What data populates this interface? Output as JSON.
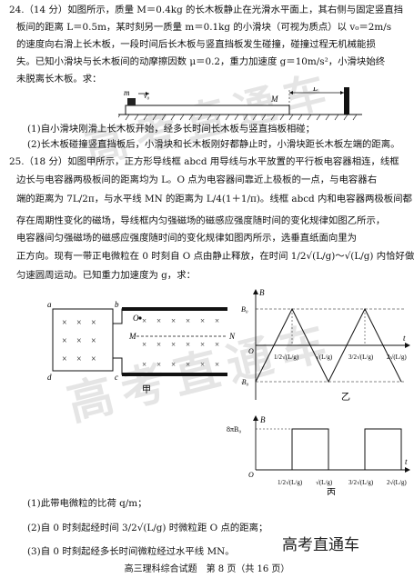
{
  "q24": {
    "lines": [
      "24.（14 分）如图所示，质量 M＝0.4kg 的长木板静止在光滑水平面上，其右侧与固定竖直挡",
      "板间的距离 L＝0.5m，某时刻另一质量 m＝0.1kg 的小滑块（可视为质点）以 v₀＝2m/s",
      "的速度向右滑上长木板，一段时间后长木板与竖直挡板发生碰撞，碰撞过程无机械能损",
      "失。已知小滑块与长木板间的动摩擦因数 μ＝0.2，重力加速度 g＝10m/s²，小滑块始终",
      "未脱离长木板。求："
    ],
    "figure": {
      "m": "m",
      "v0": "v₀",
      "M": "M",
      "L": "L"
    },
    "sub1": "(1)自小滑块刚滑上长木板开始，经多长时间长木板与竖直挡板相碰；",
    "sub2": "(2)长木板碰撞竖直挡板后，小滑块和长木板刚好都静止时，小滑块距长木板左端的距离。"
  },
  "q25": {
    "lines": [
      "25.（18 分）如图甲所示，正方形导线框 abcd 用导线与水平放置的平行板电容器相连，线框",
      "边长与电容器两极板间的距离均为 L。O 点为电容器间靠近上极板的一点，与电容器右",
      "端的距离为 7L/2π，与水平线 MN 的距离为 L/4(1＋1/π)。线框 abcd 内和电容器两极板间都",
      "存在周期性变化的磁场，导线框内匀强磁场的磁感应强度随时间的变化规律如图乙所示，",
      "电容器间匀强磁场的磁感应强度随时间的变化规律如图丙所示，选垂直纸面向里为",
      "正方向。现有一带正电微粒在 0 时刻自 O 点由静止释放，在时间 1/2√(L/g)～√(L/g) 内恰好做",
      "匀速圆周运动。已知重力加速度为 g，求："
    ],
    "fig_jia": {
      "a": "a",
      "b": "b",
      "c": "c",
      "d": "d",
      "O": "O",
      "M": "M",
      "N": "N",
      "caption": "甲"
    },
    "fig_yi": {
      "B": "B",
      "B0": "B₀",
      "negB0": "-B₀",
      "t": "t",
      "O": "O",
      "caption": "乙",
      "ticks": [
        "1/2√(L/g)",
        "√(L/g)",
        "3/2√(L/g)",
        "2√(L/g)"
      ]
    },
    "fig_bing": {
      "B": "B",
      "level": "8πB₀",
      "t": "t",
      "O": "O",
      "caption": "丙",
      "ticks": [
        "1/2√(L/g)",
        "√(L/g)",
        "3/2√(L/g)",
        "2√(L/g)"
      ]
    },
    "sub1": "(1)此带电微粒的比荷 q/m；",
    "sub2": "(2)自 0 时刻起经时间 3/2√(L/g) 时微粒距 O 点的距离；",
    "sub3": "(3)自 0 时刻起经多长时间微粒经过水平线 MN。"
  },
  "footer": "高三理科综合试题　第 8 页（共 16 页）",
  "brand": "高考直通车",
  "watermark": "高考直通车"
}
